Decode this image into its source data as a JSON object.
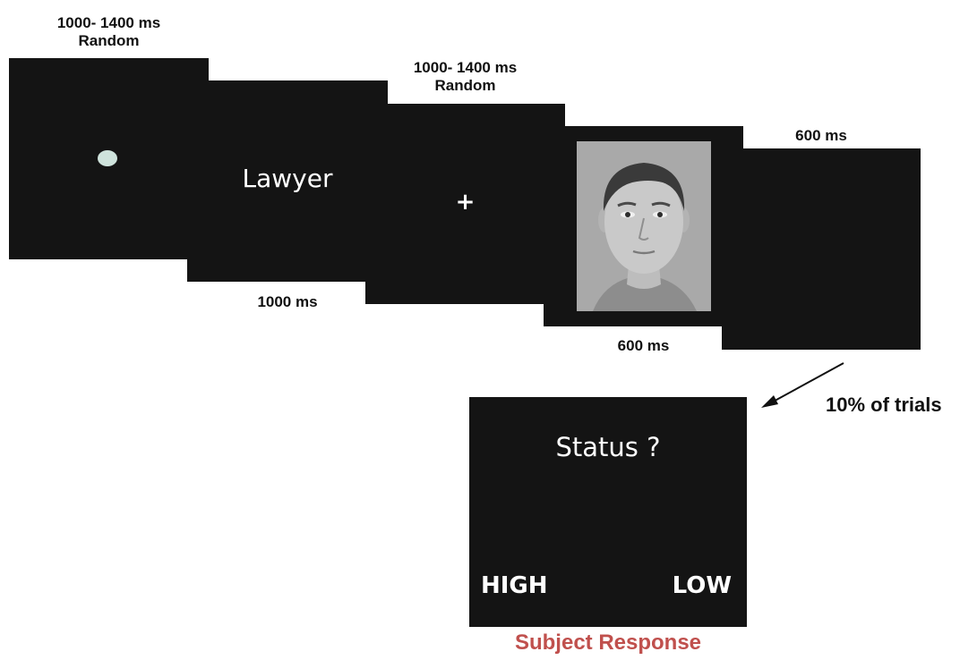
{
  "timeline": {
    "step1": {
      "duration_line1": "1000- 1400 ms",
      "duration_line2": "Random"
    },
    "step2": {
      "word": "Lawyer",
      "duration": "1000 ms"
    },
    "step3": {
      "symbol": "+",
      "duration_line1": "1000- 1400 ms",
      "duration_line2": "Random"
    },
    "step4": {
      "duration": "600 ms"
    },
    "step5": {
      "duration": "600 ms"
    }
  },
  "response": {
    "arrow_label": "10% of trials",
    "prompt": "Status ?",
    "option_high": "HIGH",
    "option_low": "LOW",
    "caption": "Subject Response"
  },
  "colors": {
    "screen": "#141414",
    "dot": "#cfe3dc",
    "caption": "#c0504d",
    "label": "#111111"
  }
}
